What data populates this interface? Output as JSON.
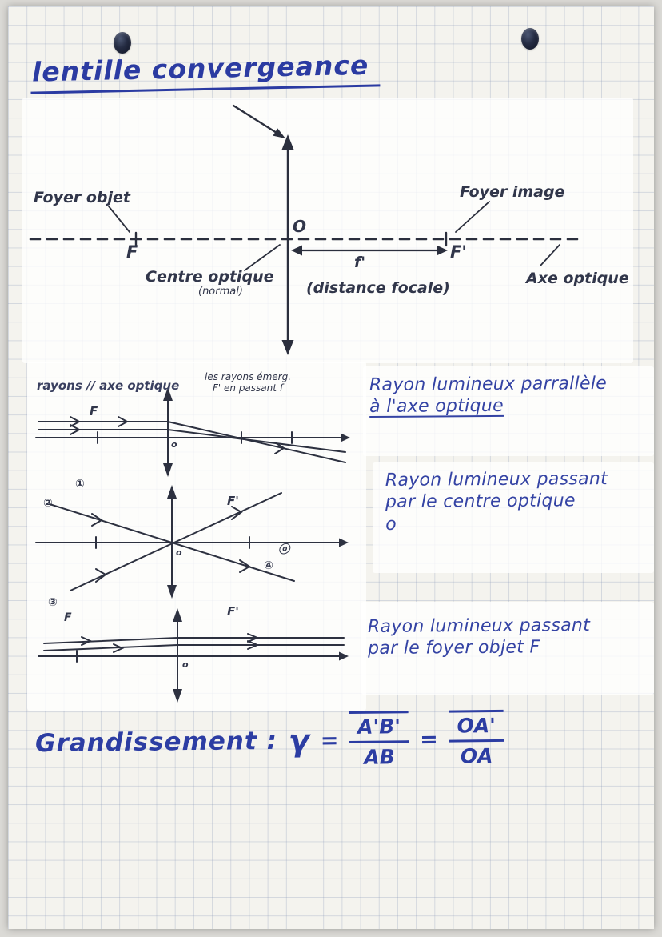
{
  "title": "lentille convergeance",
  "main_diagram": {
    "foyer_objet": "Foyer objet",
    "f_label": "F",
    "o_label": "O",
    "centre_optique": "Centre optique",
    "centre_optique_sub": "(normal)",
    "focal_length": "f'",
    "distance_focale": "(distance focale)",
    "f_prime_label": "F'",
    "foyer_image": "Foyer image",
    "axe_optique": "Axe optique"
  },
  "ray_diagrams": {
    "d1": {
      "caption": "rayons // axe optique",
      "side_note_1": "les rayons émerg.",
      "side_note_2": "F' en passant f",
      "f_label": "F",
      "o_label": "o"
    },
    "d2": {
      "f_prime_label": "F'",
      "o_label": "o",
      "marker_1": "①",
      "marker_2": "②",
      "marker_3": "ⓞ",
      "marker_4": "④"
    },
    "d3": {
      "marker": "③",
      "f_label": "F",
      "f_prime_label": "F'",
      "o_label": "o"
    }
  },
  "notes": {
    "n1_line1": "Rayon lumineux parrallèle",
    "n1_line2": "à l'axe optique",
    "n2_line1": "Rayon lumineux passant",
    "n2_line2": "par le centre optique",
    "n2_line3": "o",
    "n3_line1": "Rayon lumineux passant",
    "n3_line2": "par le foyer objet F"
  },
  "formula": {
    "label": "Grandissement :",
    "gamma": "γ",
    "equals": "=",
    "frac1_num": "A'B'",
    "frac1_den": "AB",
    "frac2_num": "OA'",
    "frac2_den": "OA"
  }
}
